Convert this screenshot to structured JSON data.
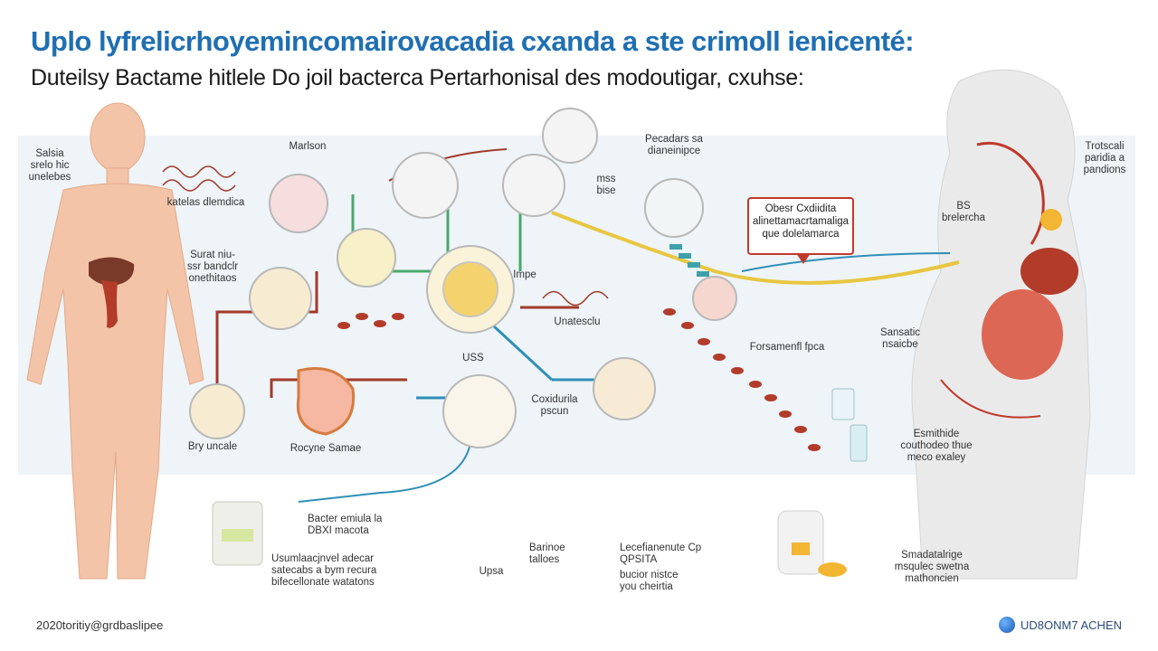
{
  "header": {
    "title": "Uplo lyfrelicrhoyemincomairovacadia cxanda a ste crimoll ienicenté:",
    "subtitle": "Duteilsy Bactame hitlele Do joil bacterca Pertarhonisal des modoutigar, cxuhse:"
  },
  "labels": {
    "salsia": "Salsia\nsrelo hic\nunelebes",
    "kateras": "katelas dlemdica",
    "marlon": "Marlson",
    "pecadars": "Pecadars sa\ndianeinipce",
    "mss": "mss\nbise",
    "surat": "Surat niu-\nssr bandclr\nonethitaos",
    "impe": "Impe",
    "unatesolu": "Unatesclu",
    "uss": "USS",
    "rocyne": "Rocyne Samae",
    "by_uncale": "Bry uncale",
    "coxidurula": "Coxidurila\npscun",
    "forsamenti": "Forsamenfl fpca",
    "trotscali": "Trotscali\nparidia a\npandions",
    "bs": "BS\nbrelercha",
    "sansatic": "Sansatic\nnsaicbe",
    "esmithide": "Esmithide\ncouthodeo thue\nmeco exaley",
    "bacter": "Bacter emiula la\nDBXI macota",
    "usumla": "Usumlaacjnvel adecar\nsatecabs a bym recura\nbifecellonate watatons",
    "barinoe": "Barinoe\ntalloes",
    "upsa": "Upsa",
    "lecefianse": "Lecefianenute Cp\nQPSITA",
    "bucior": "bucior nistce\nyou cheirtia",
    "smadatalrige": "Smadatalrige\nmsqulec swetna\nmathoncien"
  },
  "callout": {
    "text": "Obesr Cxdiidita\nalinettamacrtamaliga\nque dolelamarca"
  },
  "footer": {
    "left": "2020toritiy@grdbaslipee",
    "right": "UD8ONM7 ACHEN"
  },
  "colors": {
    "title": "#1f6fb2",
    "body_skin": "#f3c4a8",
    "line_red": "#a33a2a",
    "line_green": "#4aa86b",
    "line_blue": "#2f8fb8",
    "line_yellow": "#e8c640",
    "panel_bg": "#eef4f8",
    "callout_border": "#c0392b"
  }
}
